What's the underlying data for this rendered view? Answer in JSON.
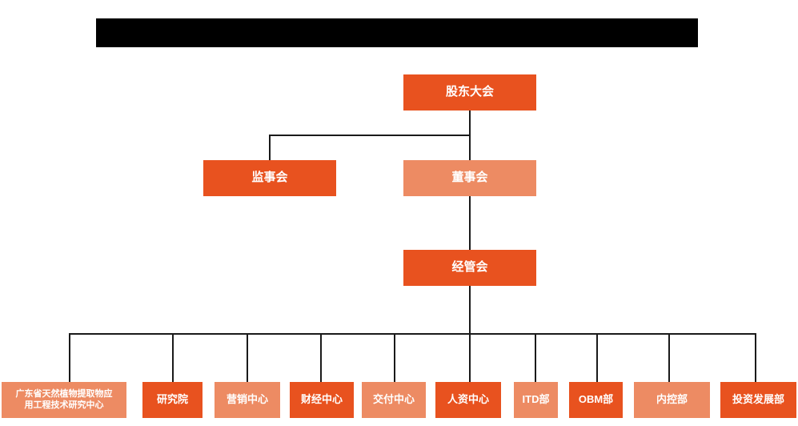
{
  "chart": {
    "type": "org-chart",
    "title_redacted": true,
    "colors": {
      "primary": "#E8521F",
      "secondary": "#ED8B63",
      "line": "#1a1a1a",
      "background": "#ffffff",
      "redaction": "#000000",
      "node_text": "#ffffff"
    },
    "tiers": {
      "tier1": {
        "shareholders": "股东大会"
      },
      "tier2": {
        "supervisory": "监事会",
        "board": "董事会"
      },
      "tier3": {
        "management": "经管会"
      }
    },
    "departments": [
      {
        "label": "广东省天然植物提取物应\n用工程技术研究中心",
        "style": "secondary"
      },
      {
        "label": "研究院",
        "style": "primary"
      },
      {
        "label": "营销中心",
        "style": "secondary"
      },
      {
        "label": "财经中心",
        "style": "primary"
      },
      {
        "label": "交付中心",
        "style": "secondary"
      },
      {
        "label": "人资中心",
        "style": "primary"
      },
      {
        "label": "ITD部",
        "style": "secondary"
      },
      {
        "label": "OBM部",
        "style": "primary"
      },
      {
        "label": "内控部",
        "style": "secondary"
      },
      {
        "label": "投资发展部",
        "style": "primary"
      }
    ]
  }
}
